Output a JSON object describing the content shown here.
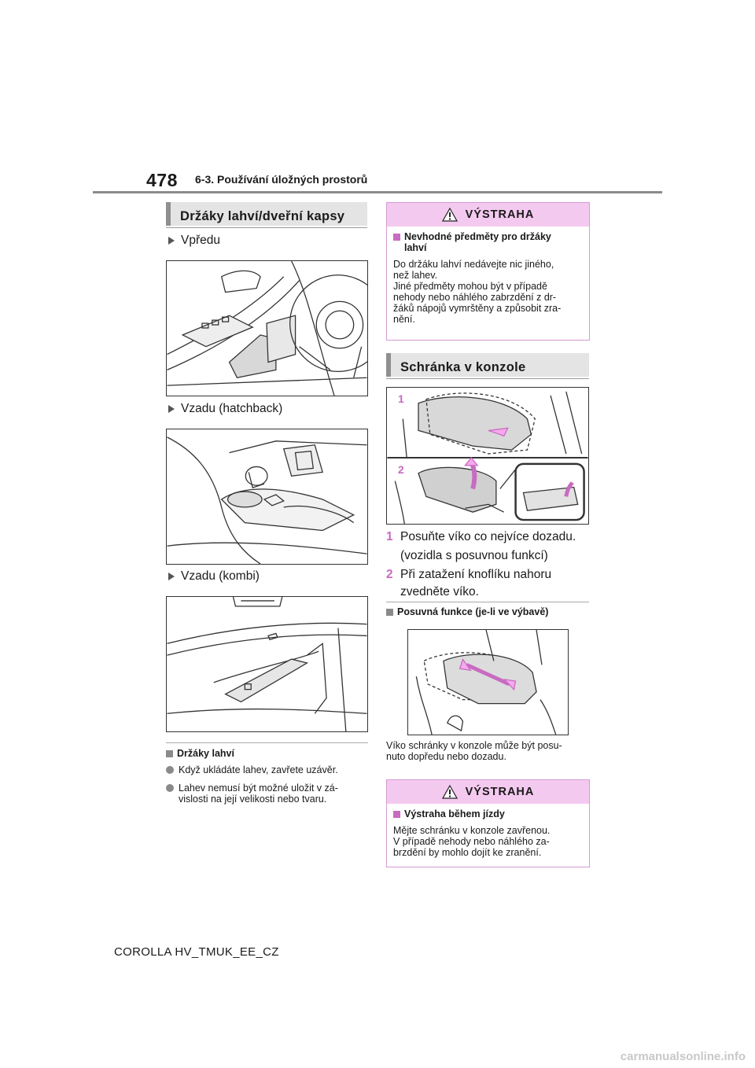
{
  "header": {
    "page_number": "478",
    "section": "6-3. Používání úložných prostorů"
  },
  "left": {
    "heading": "Držáky lahví/dveřní kapsy",
    "labels": [
      "Vpředu",
      "Vzadu (hatchback)",
      "Vzadu (kombi)"
    ],
    "bottle_holders": {
      "title": "Držáky lahví",
      "items": [
        "Když ukládáte lahev, zavřete uzávěr.",
        "Lahev nemusí být možné uložit v zá-\nvislosti na její velikosti nebo tvaru."
      ]
    }
  },
  "right": {
    "warning1": {
      "header": "VÝSTRAHA",
      "bold": "Nevhodné předměty pro držáky\nlahví",
      "body": "Do držáku lahví nedávejte nic jiného,\nnež lahev.\nJiné předměty mohou být v případě\nnehody nebo náhlého zabrzdění z dr-\nžáků nápojů vymrštěny a způsobit zra-\nnění."
    },
    "heading": "Schránka v konzole",
    "figure_labels": [
      "1",
      "2"
    ],
    "steps": [
      {
        "num": "1",
        "text": "Posuňte víko co nejvíce dozadu.",
        "cont": "(vozidla s posuvnou funkcí)"
      },
      {
        "num": "2",
        "text": "Při zatažení knoflíku nahoru",
        "cont": "zvedněte víko."
      }
    ],
    "slide": {
      "title": "Posuvná funkce (je-li ve výbavě)",
      "caption": "Víko schránky v konzole může být posu-\nnuto dopředu nebo dozadu."
    },
    "warning2": {
      "header": "VÝSTRAHA",
      "bold": "Výstraha během jízdy",
      "body": "Mějte schránku v konzole zavřenou.\nV případě nehody nebo náhlého za-\nbrzdění by mohlo dojít ke zranění."
    }
  },
  "footer": "COROLLA HV_TMUK_EE_CZ",
  "watermark": "carmanualsonline.info",
  "colors": {
    "accent": "#f4c9ef",
    "accent_border": "#d69ad4",
    "step_number": "#c86bc2",
    "heading_bg": "#e4e4e4"
  }
}
